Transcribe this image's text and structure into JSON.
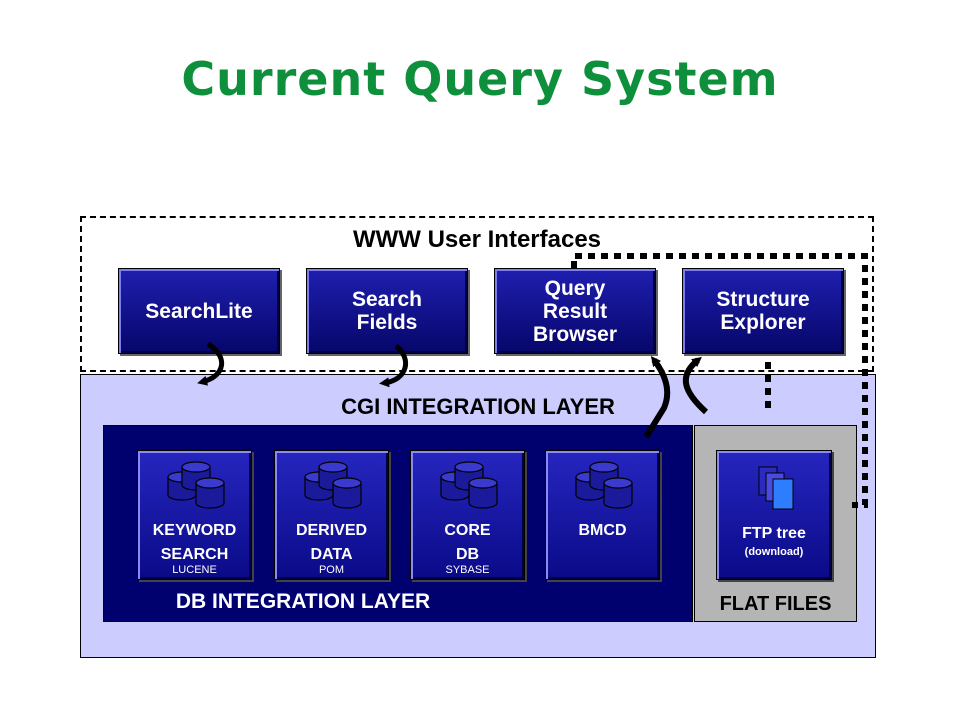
{
  "title": "Current Query System",
  "www_layer": {
    "label": "WWW User Interfaces",
    "interfaces": [
      {
        "label": "SearchLite"
      },
      {
        "label": "Search\nFields"
      },
      {
        "label": "Query\nResult\nBrowser"
      },
      {
        "label": "Structure\nExplorer"
      }
    ]
  },
  "cgi_layer": {
    "label": "CGI INTEGRATION LAYER"
  },
  "db_layer": {
    "label": "DB INTEGRATION LAYER",
    "databases": [
      {
        "name": "KEYWORD\nSEARCH",
        "sub": "LUCENE",
        "icon": "database-icon"
      },
      {
        "name": "DERIVED\nDATA",
        "sub": "POM",
        "icon": "database-icon"
      },
      {
        "name": "CORE\nDB",
        "sub": "SYBASE",
        "icon": "database-icon"
      },
      {
        "name": "BMCD",
        "sub": "",
        "icon": "database-icon"
      }
    ]
  },
  "flat_files": {
    "label": "FLAT FILES",
    "ftp": {
      "name": "FTP tree",
      "sub": "(download)",
      "icon": "documents-icon"
    }
  },
  "colors": {
    "title": "#0d8f3c",
    "panel_blue": "#00006e",
    "button_blue": "#1414a0",
    "cgi_bg": "#ccccff",
    "flat_bg": "#b5b5b5"
  }
}
